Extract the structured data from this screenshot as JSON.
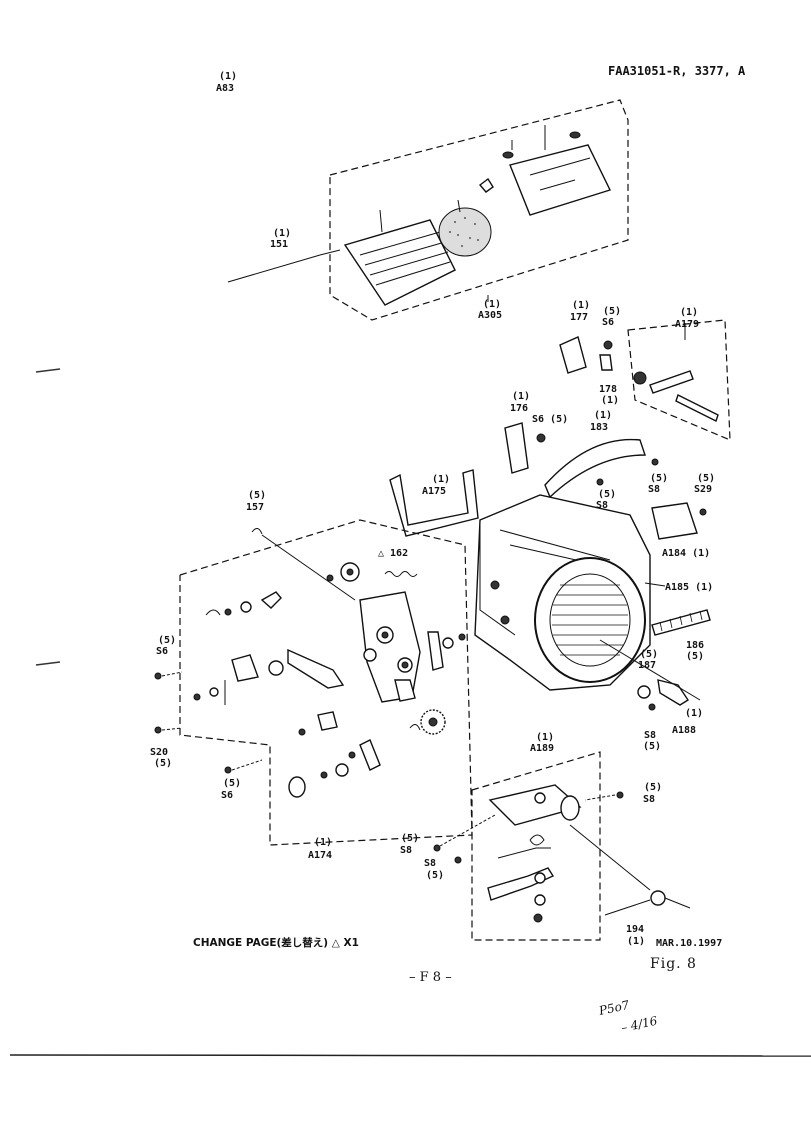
{
  "header": {
    "doc_code": "FAA31051-R, 3377, A"
  },
  "labels": {
    "a83_qty": "(1)",
    "a83": "A83",
    "p151_qty": "(1)",
    "p151": "151",
    "a305_qty": "(1)",
    "a305": "A305",
    "p177_qty": "(1)",
    "p177": "177",
    "s6a_qty": "(5)",
    "s6a": "S6",
    "p178": "178",
    "p178_qty": "(1)",
    "a179_qty": "(1)",
    "a179": "A179",
    "p176_qty": "(1)",
    "p176": "176",
    "s6b": "S6 (5)",
    "p183_qty": "(1)",
    "p183": "183",
    "a175_qty": "(1)",
    "a175": "A175",
    "s8a_qty": "(5)",
    "s8a": "S8",
    "s8b_qty": "(5)",
    "s8b": "S8",
    "s29_qty": "(5)",
    "s29": "S29",
    "p157_qty": "(5)",
    "p157": "157",
    "p162": "△ 162",
    "a184": "A184 (1)",
    "a185": "A185 (1)",
    "p186": "186",
    "p186_qty": "(5)",
    "s6c_qty": "(5)",
    "s6c": "S6",
    "p187_qty": "(5)",
    "p187": "187",
    "a188_qty": "(1)",
    "a188": "A188",
    "s8c": "S8",
    "s8c_qty": "(5)",
    "s20": "S20",
    "s20_qty": "(5)",
    "s6d_qty": "(5)",
    "s6d": "S6",
    "a189_qty": "(1)",
    "a189": "A189",
    "s8d_qty": "(5)",
    "s8d": "S8",
    "s8e_qty": "(5)",
    "s8e": "S8",
    "s8f": "S8",
    "s8f_qty": "(5)",
    "a174_qty": "(1)",
    "a174": "A174",
    "p194": "194",
    "p194_qty": "(1)"
  },
  "footer": {
    "change_page": "CHANGE PAGE(差し替え) △ X1",
    "date": "MAR.10.1997",
    "figure": "Fig. 8",
    "page": "– F 8 –",
    "handwritten_1": "P5o7",
    "handwritten_2": "– 4/16"
  },
  "icons": [
    "stage-assembly",
    "frame-housing",
    "lever-mechanism",
    "spring",
    "screw",
    "gear"
  ]
}
